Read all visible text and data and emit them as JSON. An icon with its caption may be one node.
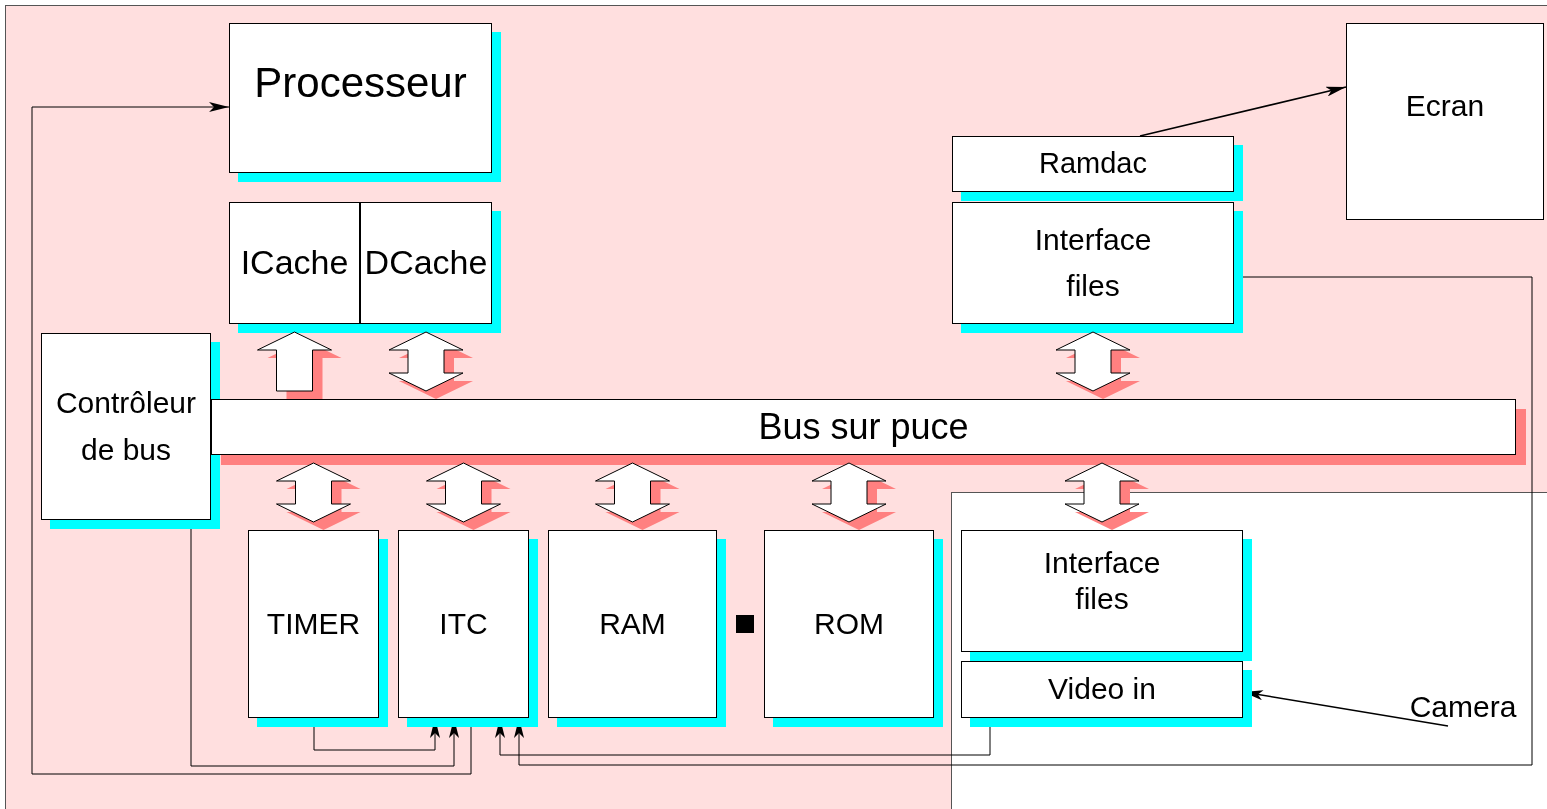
{
  "diagram": {
    "nodes": [
      {
        "text": [
          "Processeur"
        ]
      },
      {
        "text": [
          "ICache"
        ]
      },
      {
        "text": [
          "DCache"
        ]
      },
      {
        "text": [
          "Ramdac"
        ]
      },
      {
        "text": [
          "Interface files"
        ]
      },
      {
        "text": [
          "Ecran"
        ]
      },
      {
        "text": [
          "Contrôleur de bus"
        ]
      },
      {
        "text": [
          "Bus sur puce"
        ]
      },
      {
        "text": [
          "TIMER"
        ]
      },
      {
        "text": [
          "ITC"
        ]
      },
      {
        "text": [
          "RAM"
        ]
      },
      {
        "text": [
          "ROM"
        ]
      },
      {
        "text": [
          "Interface files"
        ]
      },
      {
        "text": [
          "Video in"
        ]
      },
      {
        "text": [
          "Camera"
        ]
      }
    ],
    "edges": [
      {
        "from": 7,
        "to": 1,
        "arrow": "to",
        "style": "thick"
      },
      {
        "from": 2,
        "to": 7,
        "arrow": "both",
        "style": "thick"
      },
      {
        "from": 4,
        "to": 7,
        "arrow": "both",
        "style": "thick"
      },
      {
        "from": 7,
        "to": 8,
        "arrow": "both",
        "style": "thick"
      },
      {
        "from": 7,
        "to": 9,
        "arrow": "both",
        "style": "thick"
      },
      {
        "from": 7,
        "to": 10,
        "arrow": "both",
        "style": "thick"
      },
      {
        "from": 7,
        "to": 11,
        "arrow": "both",
        "style": "thick"
      },
      {
        "from": 7,
        "to": 12,
        "arrow": "both",
        "style": "thick"
      },
      {
        "from": 3,
        "to": 5,
        "arrow": "to"
      },
      {
        "from": 14,
        "to": 13,
        "arrow": "to"
      },
      {
        "from": 8,
        "to": 9,
        "arrow": "to"
      },
      {
        "from": 6,
        "to": 9,
        "arrow": "to"
      },
      {
        "from": 4,
        "to": 9,
        "arrow": "to"
      },
      {
        "from": 13,
        "to": 9,
        "arrow": "to"
      },
      {
        "from": 9,
        "to": 0,
        "arrow": "to"
      }
    ]
  }
}
